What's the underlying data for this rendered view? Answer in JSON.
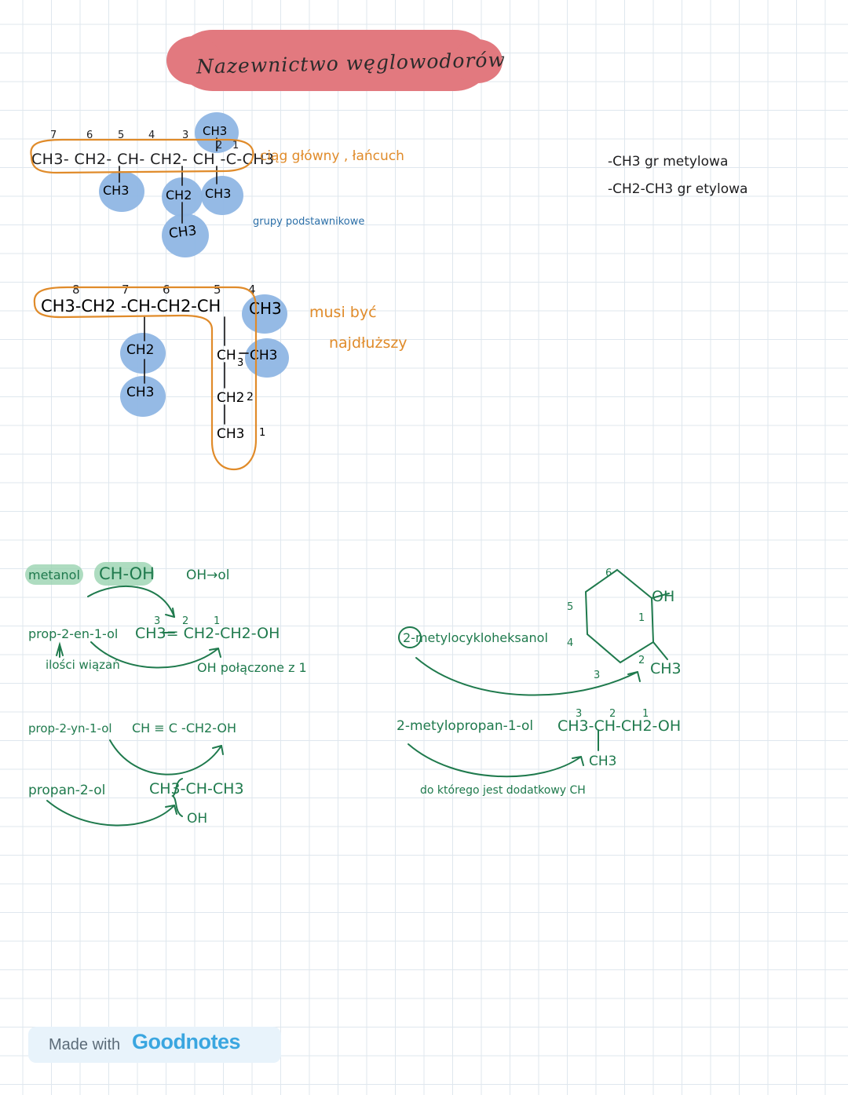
{
  "page": {
    "title": "Nazewnictwo węglowodorów",
    "footer_made_with": "Made with",
    "footer_logo": "Goodnotes"
  },
  "colors": {
    "title_blob": "#e2797f",
    "blue_highlight": "#8fb6e4",
    "green_highlight": "#9ad3b0",
    "green_ink": "#1f7a4d",
    "orange_ink": "#e08b2a",
    "dark_ink": "#1d1d1f",
    "grid": "#dfe7ee"
  },
  "section1": {
    "numbers": [
      "7",
      "6",
      "5",
      "4",
      "3",
      "2",
      "1"
    ],
    "main_chain": "CH3- CH2- CH- CH2- CH -C-CH3",
    "top_branch": "CH3",
    "branches": [
      "CH3",
      "CH2",
      "CH3",
      "CH3"
    ],
    "label_main_chain": "ciąg główny , łańcuch",
    "label_substituents": "grupy podstawnikowe"
  },
  "legend": {
    "methyl": "-CH3  gr metylowa",
    "ethyl": "-CH2-CH3  gr etylowa"
  },
  "section2": {
    "numbers": [
      "8",
      "7",
      "6",
      "5",
      "4"
    ],
    "main_chain": "CH3-CH2 -CH-CH2-CH",
    "tail": "CH3",
    "branch_left": [
      "CH2",
      "CH3"
    ],
    "branch_mid": [
      "CH",
      "CH2",
      "CH3"
    ],
    "branch_mid_right": "CH3",
    "branch_mid_nums": [
      "3",
      "2",
      "1"
    ],
    "note_line1": "musi być",
    "note_line2": "najdłuższy"
  },
  "section3": {
    "rows": [
      {
        "name": "metanol",
        "formula": "CH-OH",
        "note": "OH→ol"
      },
      {
        "name": "prop-2-en-1-ol",
        "formula": "CH3= CH2-CH2-OH",
        "formula_nums": [
          "3",
          "2",
          "1"
        ],
        "note_under": "ilości wiązań",
        "note_right": "OH połączone z 1"
      },
      {
        "name": "prop-2-yn-1-ol",
        "formula": "CH ≡ C -CH2-OH"
      },
      {
        "name": "propan-2-ol",
        "formula": "CH3-CH-CH3",
        "formula_sub": "OH"
      }
    ]
  },
  "section4": {
    "rows": [
      {
        "name": "2-metylocykloheksanol",
        "ring_numbers": [
          "6",
          "5",
          "4",
          "3",
          "2",
          "1"
        ],
        "ring_oh": "OH",
        "ring_ch3": "CH3"
      },
      {
        "name": "2-metylopropan-1-ol",
        "formula": "CH3-CH-CH2-OH",
        "formula_nums": [
          "3",
          "2",
          "1"
        ],
        "branch": "CH3",
        "note": "do którego jest dodatkowy CH"
      }
    ]
  }
}
